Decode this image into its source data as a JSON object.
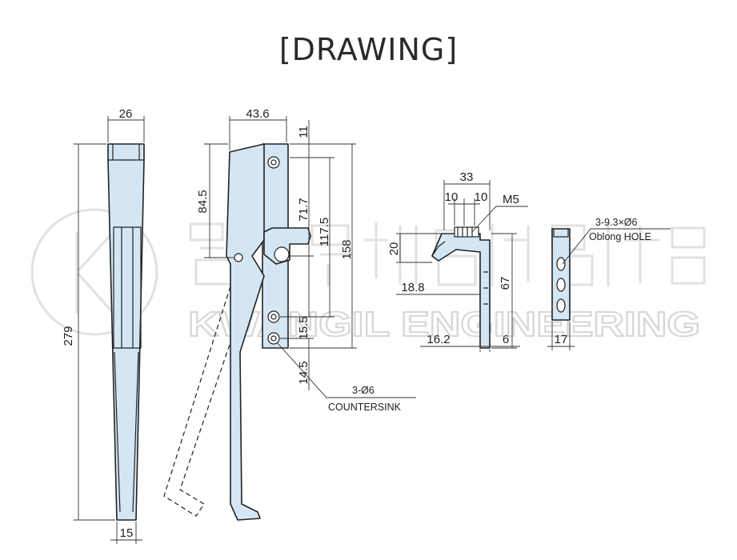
{
  "title": "[DRAWING]",
  "dimensions": {
    "front_width": "26",
    "front_height": "279",
    "front_bottom": "15",
    "side_width": "43.6",
    "side_84": "84.5",
    "side_11": "11",
    "side_71": "71.7",
    "side_117": "117.5",
    "side_158": "158",
    "side_15": "15.5",
    "side_14": "14.5",
    "bracket_33": "33",
    "bracket_10a": "10",
    "bracket_10b": "10",
    "bracket_m5": "M5",
    "bracket_20": "20",
    "bracket_18": "18.8",
    "bracket_67": "67",
    "bracket_16": "16.2",
    "bracket_6": "6",
    "strike_17": "17"
  },
  "notes": {
    "countersink_qty": "3-Ø6",
    "countersink_label": "COUNTERSINK",
    "oblong_qty": "3-9.3×Ø6",
    "oblong_label": "Oblong HOLE"
  },
  "watermark": {
    "company_en": "KWANGIL ENGINEERING"
  },
  "colors": {
    "part_fill": "#d4e6f4",
    "line": "#222222",
    "watermark": "#c8c8c8"
  }
}
